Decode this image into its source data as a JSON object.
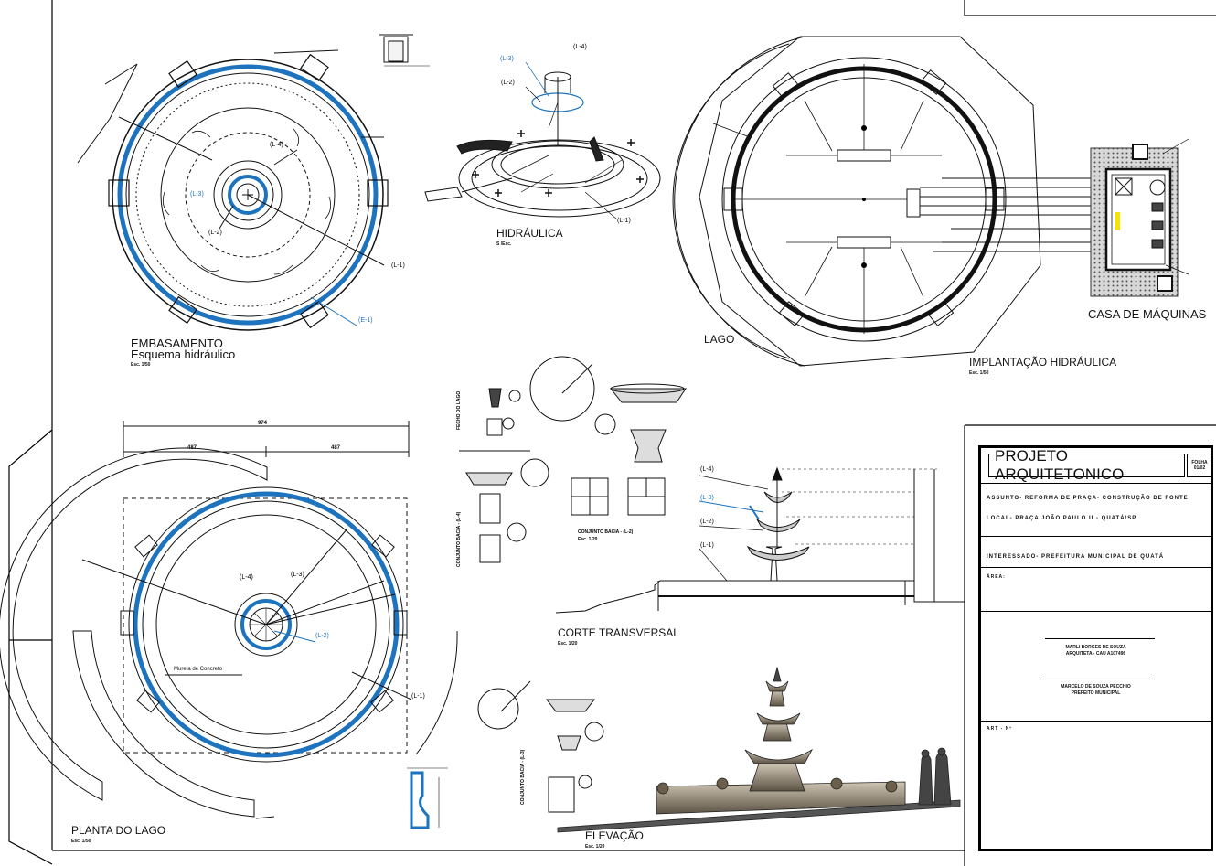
{
  "views": {
    "embasamento_title": "EMBASAMENTO",
    "embasamento_subtitle": "Esquema hidráulico",
    "embasamento_scale": "Esc. 1/50",
    "hidraulica_title": "HIDRÁULICA",
    "hidraulica_scale": "S /Esc.",
    "lago_title": "LAGO",
    "implantacao_title": "IMPLANTAÇÃO HIDRÁULICA",
    "implantacao_scale": "Esc. 1/50",
    "casa_title": "CASA DE MÁQUINAS",
    "planta_title": "PLANTA DO LAGO",
    "planta_scale": "Esc. 1/50",
    "corte_title": "CORTE TRANSVERSAL",
    "corte_scale": "Esc. 1/20",
    "elevacao_title": "ELEVAÇÃO",
    "elevacao_scale": "Esc. 1/20",
    "conjunto_bacia_l2": "CONJUNTO BACIA - (L-2)",
    "conjunto_bacia_l2_scale": "Esc. 1/20",
    "conjunto_bacia_l4": "CONJUNTO BACIA - (L-4)",
    "conjunto_bacia_l3": "CONJUNTO BACIA - (L-3)",
    "fecho_lago": "FECHO DO LAGO",
    "mureta": "Mureta de Concreto"
  },
  "labels": {
    "l1": "(L-1)",
    "l2": "(L-2)",
    "l3": "(L-3)",
    "l4": "(L-4)",
    "e1": "(E-1)"
  },
  "dimensions": {
    "total_width": "974",
    "half_left": "487",
    "half_right": "487"
  },
  "title_block": {
    "project": "PROJETO ARQUITETONICO",
    "sheet": "FOLHA 01/02",
    "assunto": "ASSUNTO- REFORMA DE PRAÇA- CONSTRUÇÃO DE FONTE",
    "local": "LOCAL- PRAÇA JOÃO PAULO II - QUATÁ/SP",
    "interessado": "INTERESSADO- PREFEITURA MUNICIPAL DE QUATÁ",
    "area": "ÁREA:",
    "sig1_name": "MARLI BORGES DE SOUZA",
    "sig1_role": "ARQUITETA - CAU A107496",
    "sig2_name": "MARCELO DE SOUZA PECCHIO",
    "sig2_role": "PREFEITO MUNICIPAL",
    "art": "ART - Nº"
  },
  "colors": {
    "line": "#111111",
    "accent_blue": "#1e73be",
    "highlight": "#f2e600"
  }
}
